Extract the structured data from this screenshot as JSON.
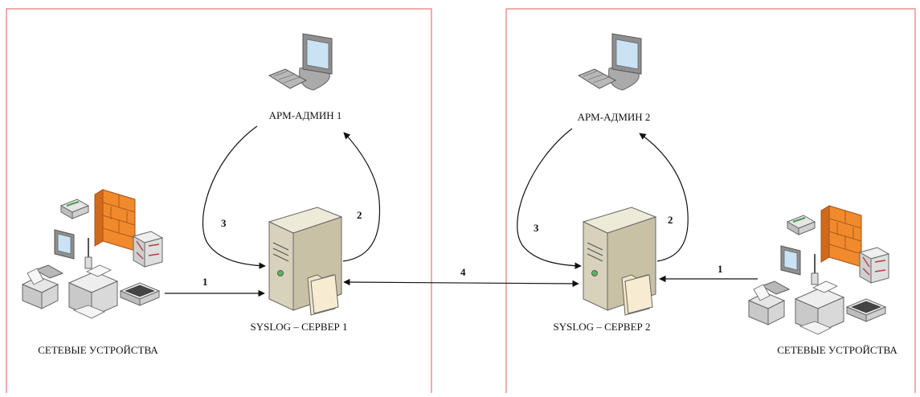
{
  "zones": [
    {
      "name": "zone-1",
      "border_color": "#e05a5a"
    },
    {
      "name": "zone-2",
      "border_color": "#e05a5a"
    }
  ],
  "workstations": [
    {
      "id": "arm-admin-1",
      "label": "АРМ-АДМИН 1",
      "icon": "workstation-icon"
    },
    {
      "id": "arm-admin-2",
      "label": "АРМ-АДМИН 2",
      "icon": "workstation-icon"
    }
  ],
  "servers": [
    {
      "id": "syslog-server-1",
      "label": "SYSLOG – СЕРВЕР 1",
      "icon": "server-icon"
    },
    {
      "id": "syslog-server-2",
      "label": "SYSLOG – СЕРВЕР 2",
      "icon": "server-icon"
    }
  ],
  "device_groups": [
    {
      "id": "network-devices-1",
      "label": "СЕТЕВЫЕ УСТРОЙСТВА"
    },
    {
      "id": "network-devices-2",
      "label": "СЕТЕВЫЕ УСТРОЙСТВА"
    }
  ],
  "arrows": {
    "left_devices_to_server": "1",
    "left_server_to_admin": "2",
    "left_admin_to_server": "3",
    "server_to_server": "4",
    "right_devices_to_server": "1",
    "right_server_to_admin": "2",
    "right_admin_to_server": "3"
  },
  "colors": {
    "firewall": "#f08a2c",
    "server_body": "#d8d2bc",
    "monitor": "#9a9a9a",
    "screen": "#c9e3f5"
  }
}
